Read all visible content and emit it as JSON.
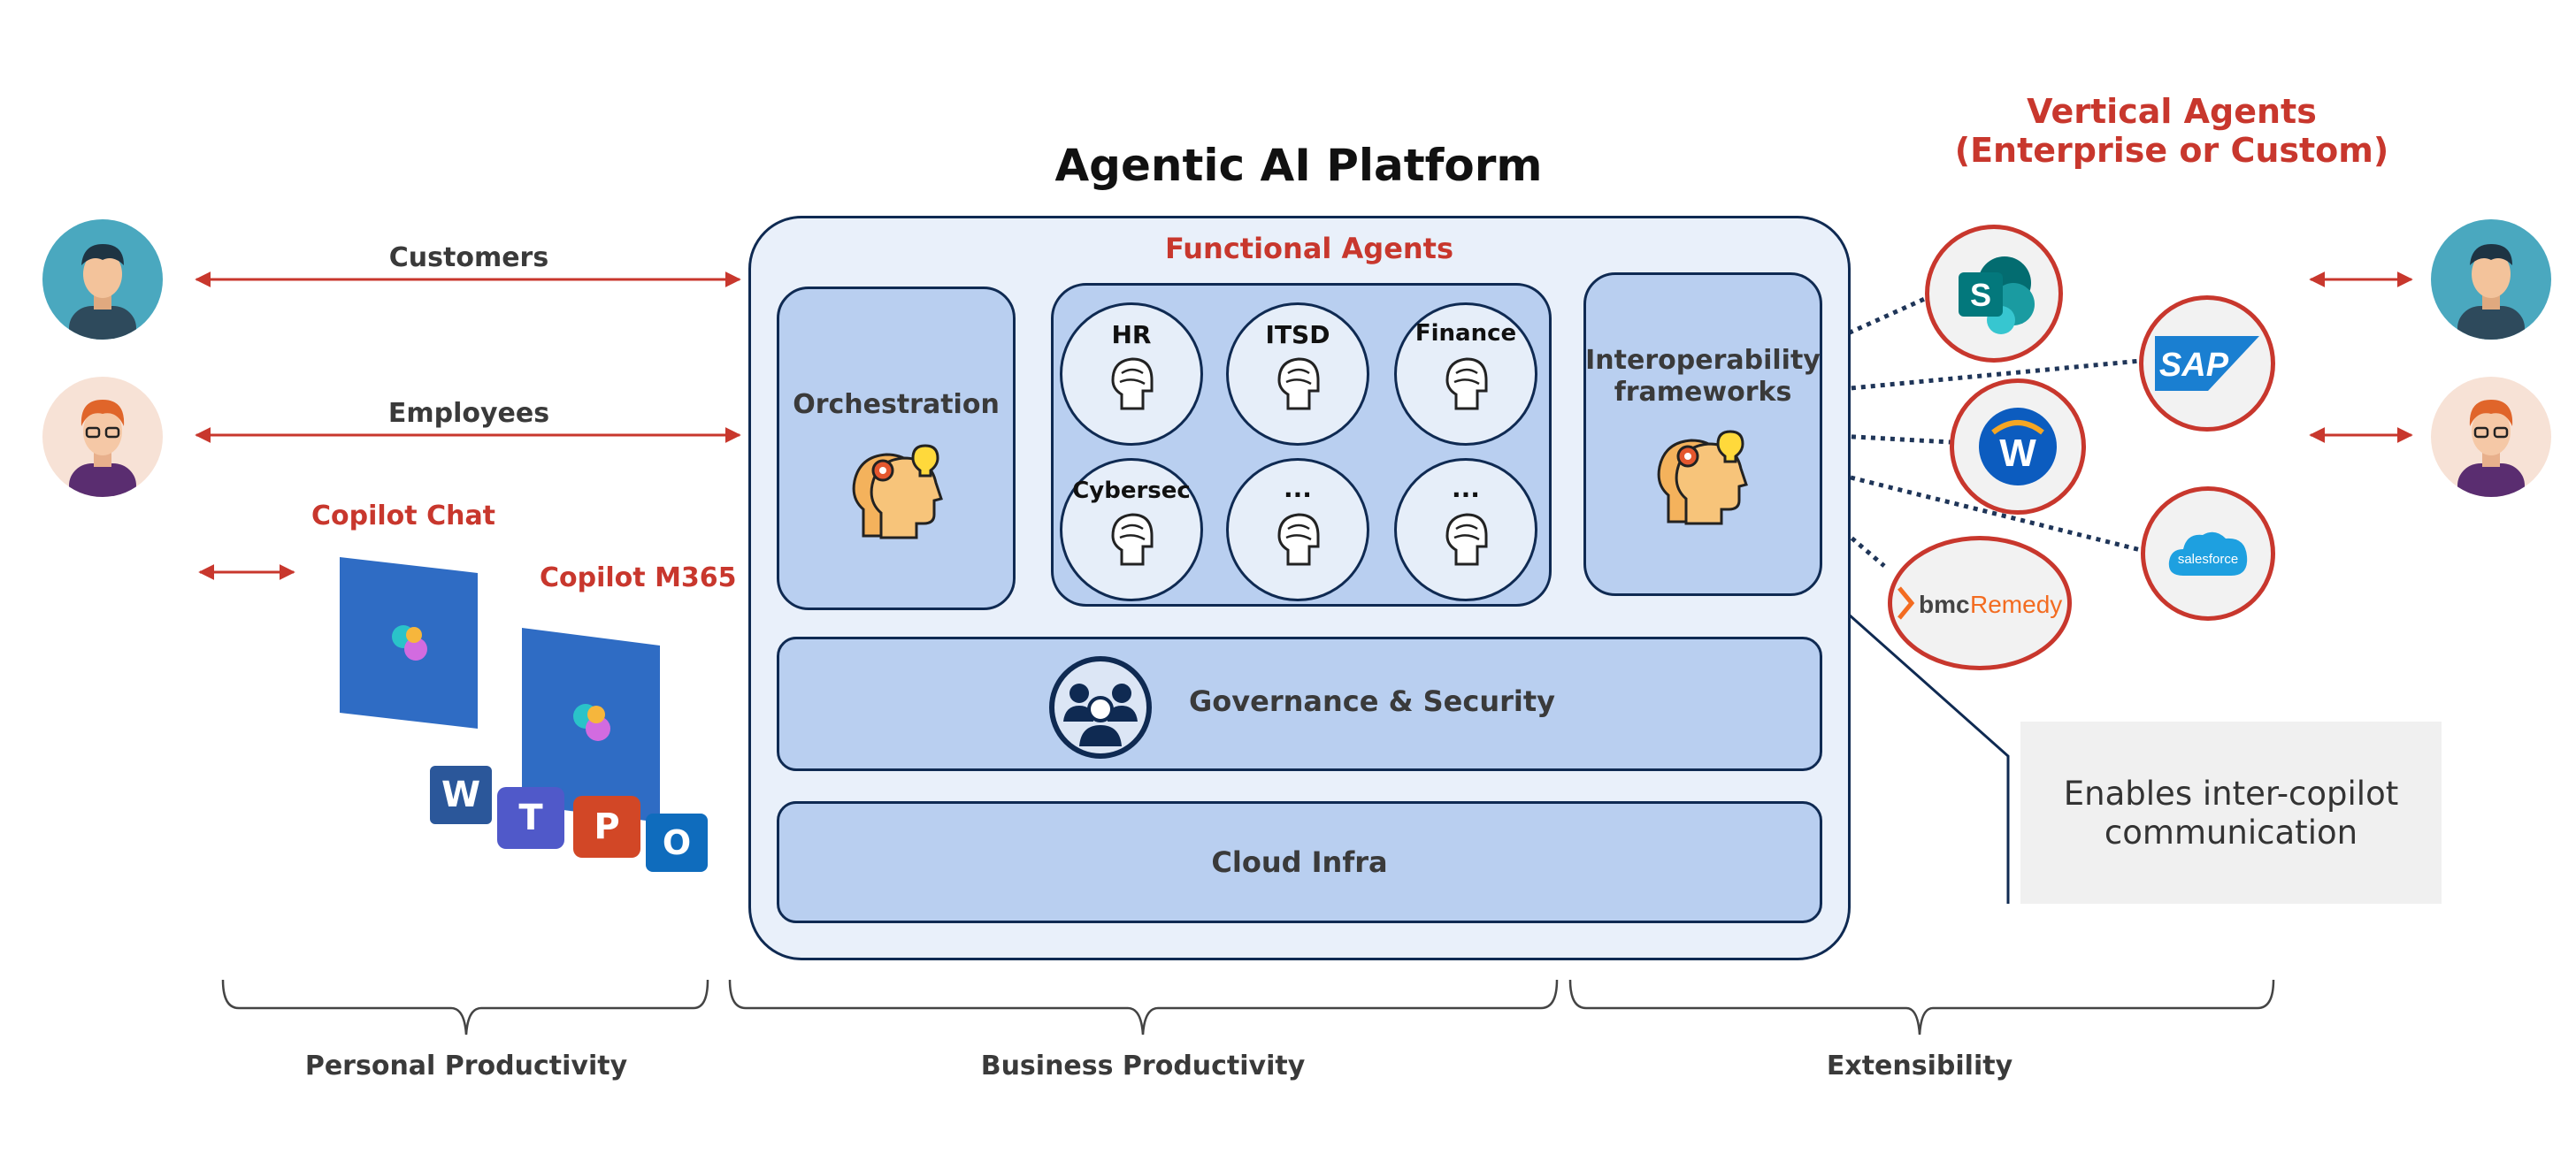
{
  "title": "Agentic AI Platform",
  "vertical_agents": {
    "line1": "Vertical Agents",
    "line2": "(Enterprise or Custom)"
  },
  "left": {
    "customers": "Customers",
    "employees": "Employees",
    "copilot_chat": "Copilot Chat",
    "copilot_m365": "Copilot M365"
  },
  "platform": {
    "functional_agents": "Functional Agents",
    "orchestration": "Orchestration",
    "agents": [
      "HR",
      "ITSD",
      "Finance",
      "Cybersec",
      "...",
      "..."
    ],
    "interop_line1": "Interoperability",
    "interop_line2": "frameworks",
    "governance": "Governance & Security",
    "cloud": "Cloud Infra"
  },
  "vendors": {
    "sap": "SAP",
    "salesforce": "salesforce",
    "bmc": "bmc",
    "remedy": "Remedy",
    "workday": "W",
    "sharepoint": "S"
  },
  "apps": {
    "word": "W",
    "teams": "T",
    "powerpoint": "P",
    "outlook": "O"
  },
  "callout": {
    "line1": "Enables inter-copilot",
    "line2": "communication"
  },
  "bottom": {
    "personal": "Personal Productivity",
    "business": "Business Productivity",
    "extensibility": "Extensibility"
  },
  "colors": {
    "accent_red": "#c8372d",
    "navy": "#0f2a52",
    "panel_blue": "#b9cff0",
    "frame_bg": "#e9f0fa"
  },
  "icons": [
    "person-male-icon",
    "person-female-icon",
    "brain-icon",
    "gear-bulb-head-icon",
    "governance-people-icon"
  ]
}
